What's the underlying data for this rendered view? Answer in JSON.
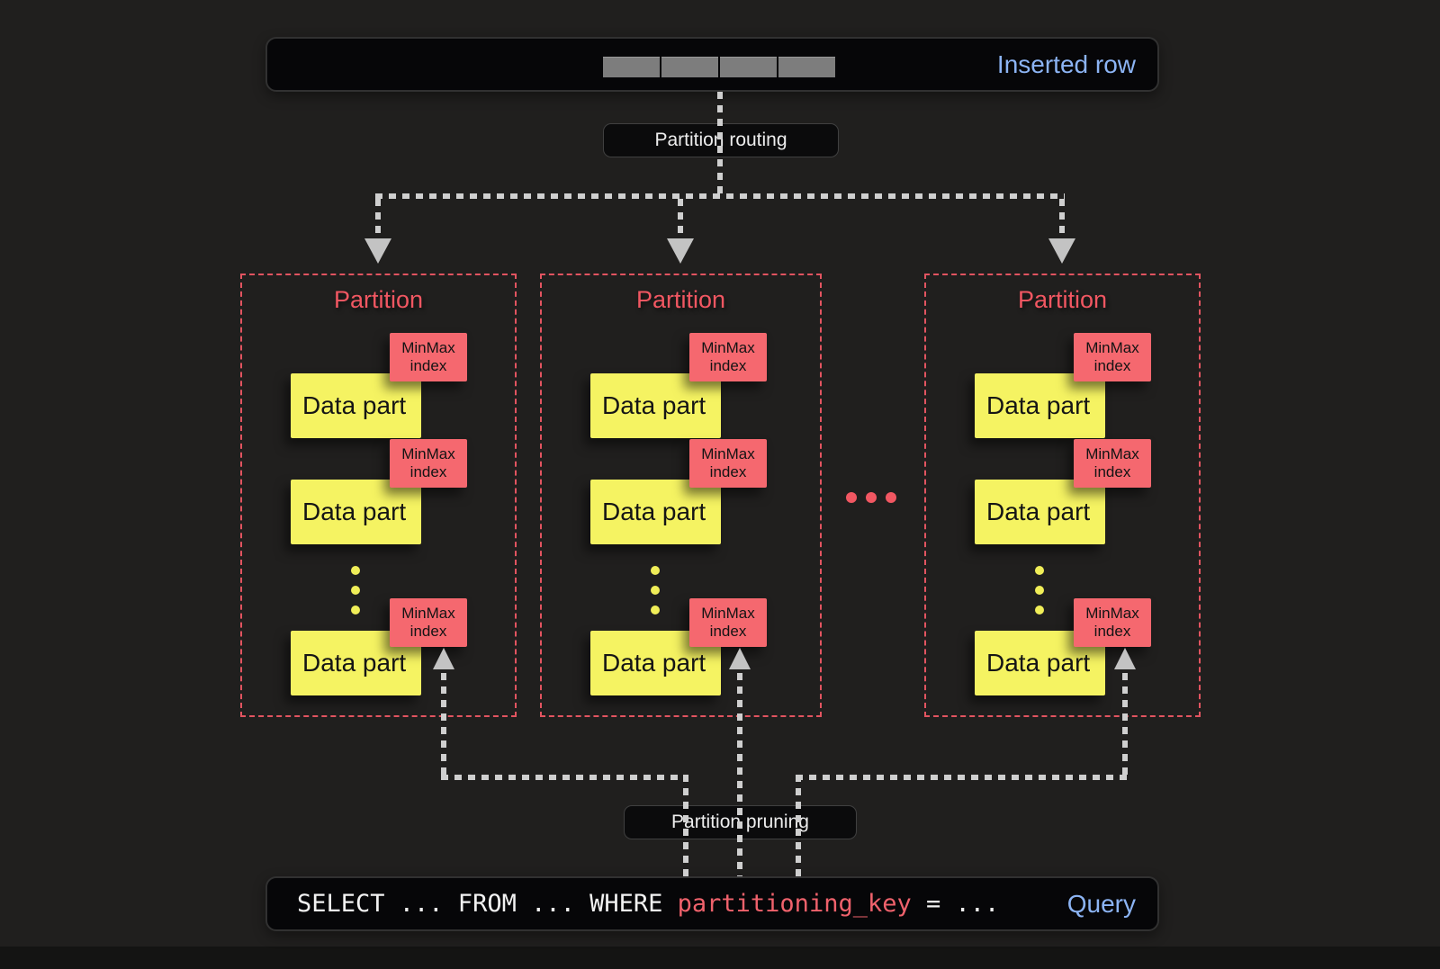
{
  "inserted_row_bar": {
    "label": "Inserted row"
  },
  "flow_labels": {
    "routing": "Partition routing",
    "pruning": "Partition pruning"
  },
  "partitions": [
    {
      "title": "Partition",
      "parts": [
        {
          "name": "Data part",
          "index": "MinMax index"
        },
        {
          "name": "Data part",
          "index": "MinMax index"
        },
        {
          "name": "Data part",
          "index": "MinMax index"
        }
      ]
    },
    {
      "title": "Partition",
      "parts": [
        {
          "name": "Data part",
          "index": "MinMax index"
        },
        {
          "name": "Data part",
          "index": "MinMax index"
        },
        {
          "name": "Data part",
          "index": "MinMax index"
        }
      ]
    },
    {
      "title": "Partition",
      "parts": [
        {
          "name": "Data part",
          "index": "MinMax index"
        },
        {
          "name": "Data part",
          "index": "MinMax index"
        },
        {
          "name": "Data part",
          "index": "MinMax index"
        }
      ]
    }
  ],
  "query_bar": {
    "sql_select": "SELECT ... FROM ... WHERE ",
    "sql_partition_key": "partitioning_key",
    "sql_tail": " = ...",
    "label": "Query"
  },
  "colors": {
    "accent_blue": "#8cb4f4",
    "accent_red": "#f15762",
    "data_part_yellow": "#f5f362",
    "minmax_red": "#f5686f",
    "connector_gray": "#cfcfcf"
  }
}
